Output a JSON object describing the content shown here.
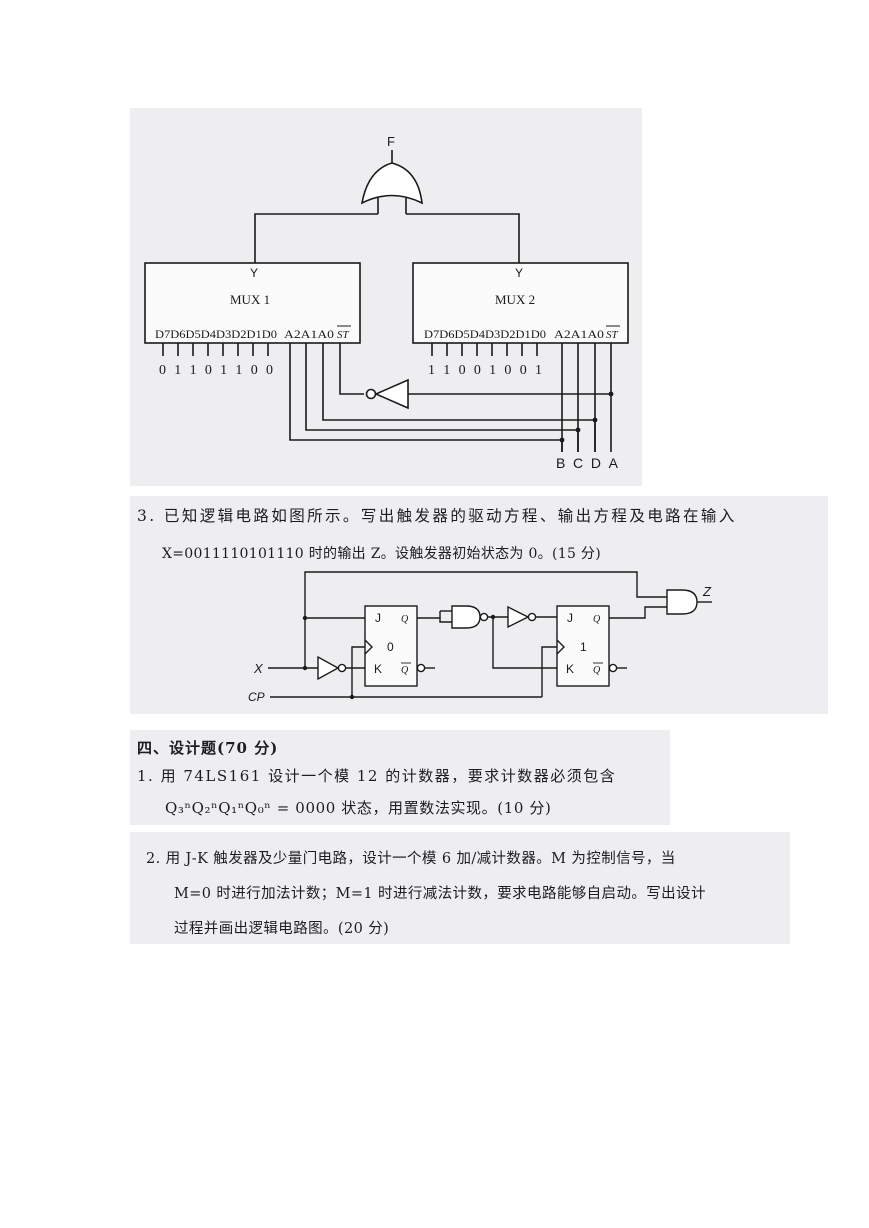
{
  "figure1": {
    "output_label": "F",
    "mux1": {
      "title": "MUX 1",
      "y_label": "Y",
      "pins": "D7D6D5D4D3D2D1D0",
      "addr": "A2A1A0",
      "st": "ST",
      "inputs": "0 1 1 0 1 1 0 0"
    },
    "mux2": {
      "title": "MUX 2",
      "y_label": "Y",
      "pins": "D7D6D5D4D3D2D1D0",
      "addr": "A2A1A0",
      "st": "ST",
      "inputs": "1 1 0 0 1 0 0 1"
    },
    "bottom_labels": "BCDA"
  },
  "q3": {
    "line1": "3.  已知逻辑电路如图所示。写出触发器的驱动方程、输出方程及电路在输入",
    "line2": "X=0011110101110 时的输出 Z。设触发器初始状态为 0。(15 分)"
  },
  "figure2": {
    "ff0": {
      "j": "J",
      "k": "K",
      "num": "0",
      "q": "Q",
      "qbar": "Q"
    },
    "ff1": {
      "j": "J",
      "k": "K",
      "num": "1",
      "q": "Q",
      "qbar": "Q"
    },
    "x_label": "X",
    "cp_label": "CP",
    "z_label": "Z"
  },
  "section4": {
    "heading": "四、设计题(70 分)",
    "q1_line1": "1. 用 74LS161 设计一个模 12 的计数器，要求计数器必须包含",
    "q1_line2": "Q₃ⁿQ₂ⁿQ₁ⁿQ₀ⁿ = 0000 状态，用置数法实现。(10 分)"
  },
  "q2": {
    "line1": "2. 用 J-K 触发器及少量门电路，设计一个模 6 加/减计数器。M 为控制信号，当",
    "line2": "M=0 时进行加法计数；M=1 时进行减法计数，要求电路能够自启动。写出设计",
    "line3": "过程并画出逻辑电路图。(20 分)"
  }
}
